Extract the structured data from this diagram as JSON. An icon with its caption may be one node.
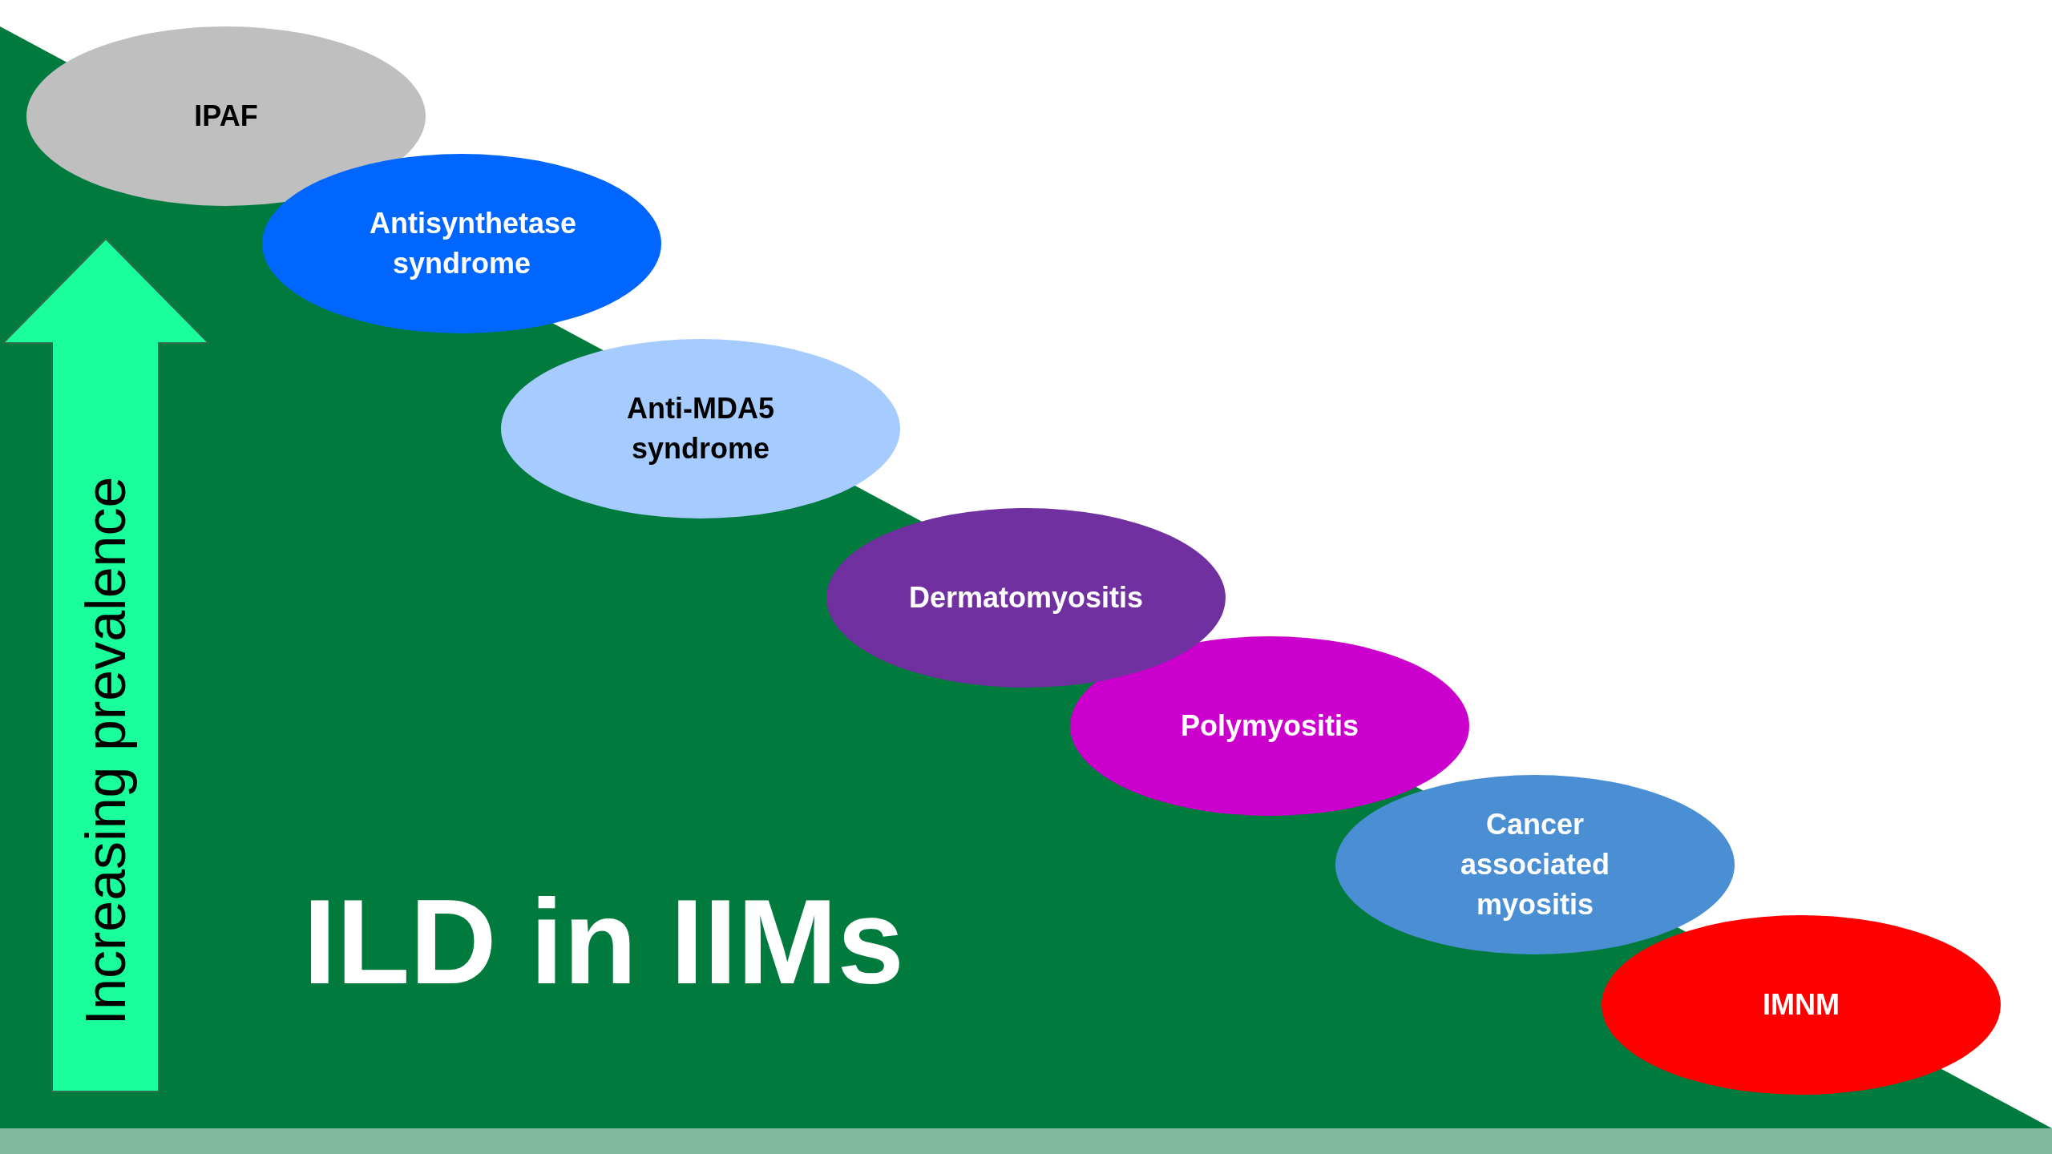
{
  "diagram": {
    "title": "ILD in IIMs",
    "nodes": [
      {
        "text": [
          "IPAF"
        ]
      },
      {
        "text": [
          "Antisynthetase syndrome"
        ]
      },
      {
        "text": [
          "Anti-MDA5 syndrome"
        ]
      },
      {
        "text": [
          "Dermatomyositis"
        ]
      },
      {
        "text": [
          "Polymyositis"
        ]
      },
      {
        "text": [
          "Cancer associated myositis"
        ]
      },
      {
        "text": [
          "IMNM"
        ]
      },
      {
        "text": [
          "Increasing prevalence"
        ]
      }
    ]
  }
}
